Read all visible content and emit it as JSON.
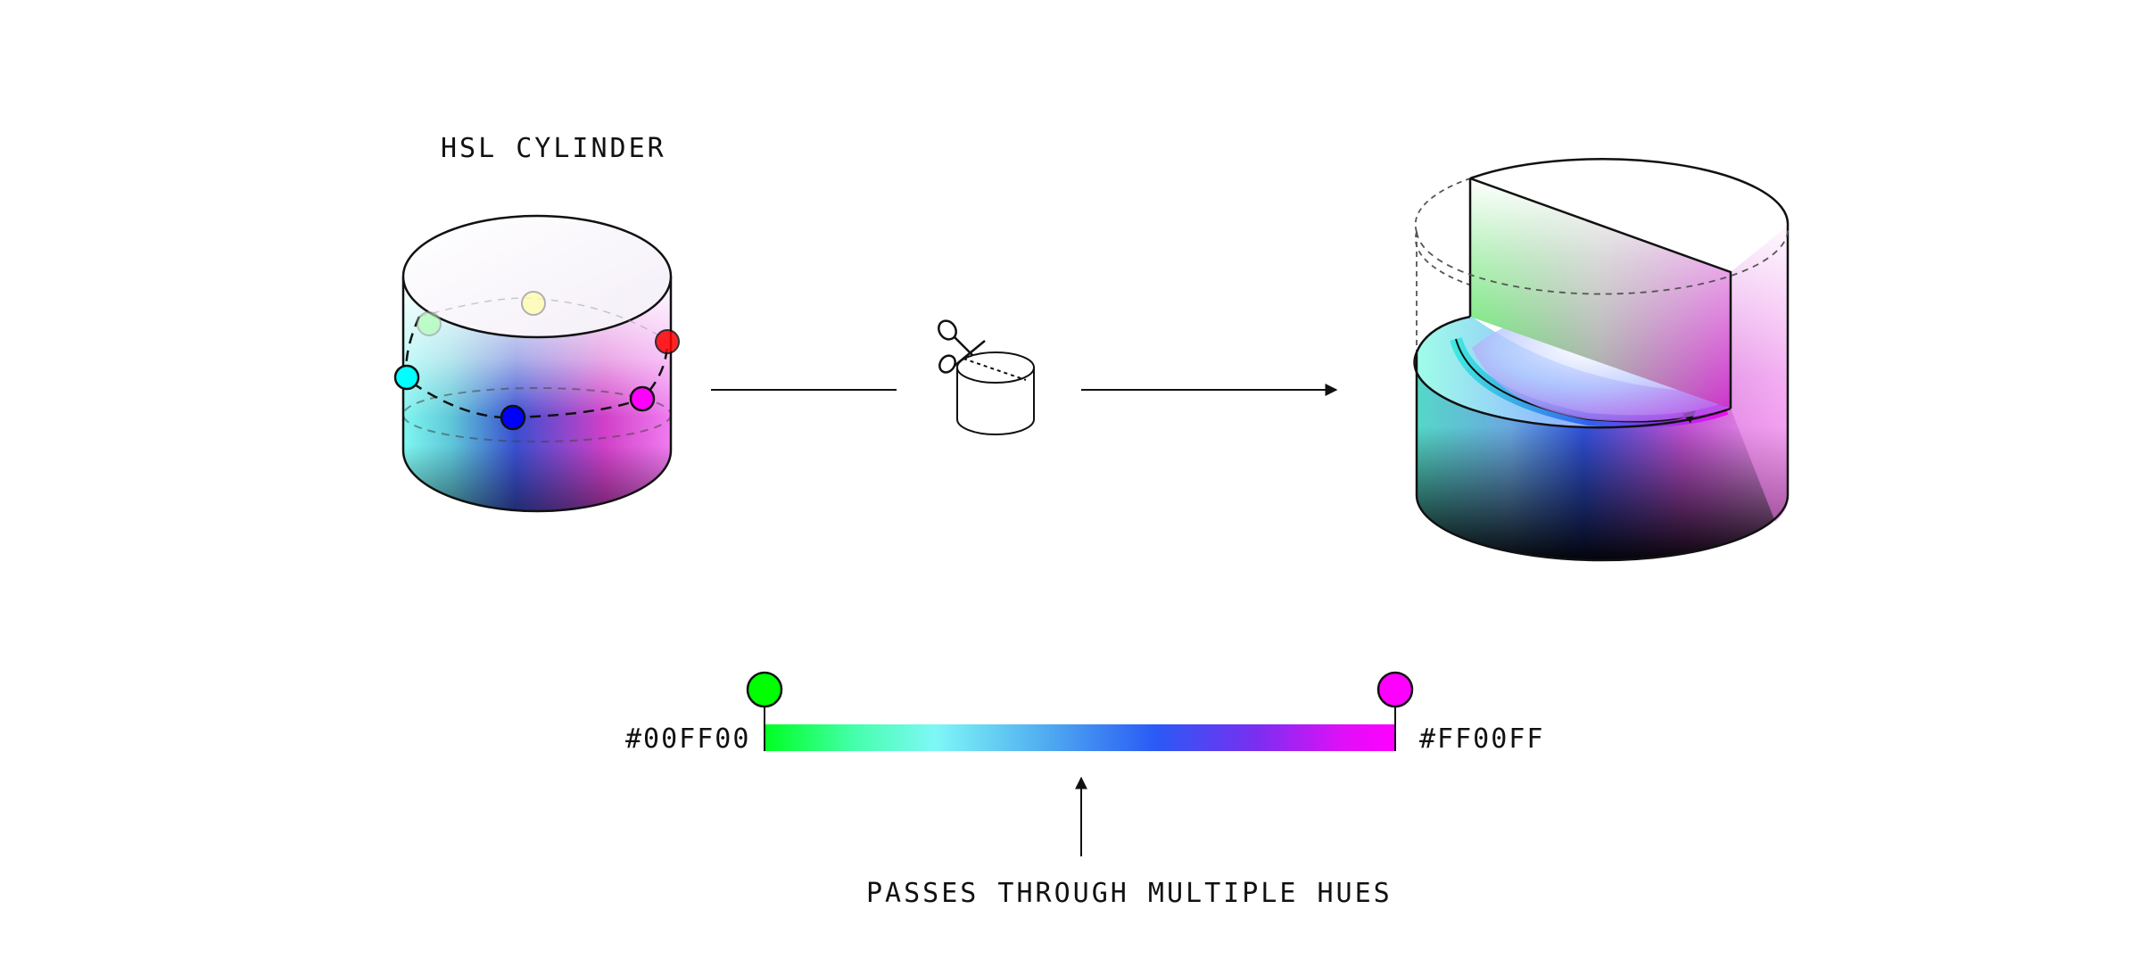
{
  "title": "HSL CYLINDER",
  "gradient": {
    "start_hex": "#00FF00",
    "end_hex": "#FF00FF",
    "stops": [
      "#00ff22",
      "#44ffaa",
      "#7ff7f7",
      "#4faaf0",
      "#2a5af5",
      "#7a2ff0",
      "#e10ff7",
      "#ff00ff"
    ]
  },
  "annotation": "PASSES THROUGH MULTIPLE HUES",
  "markers": {
    "left_cylinder": [
      {
        "name": "cyan-marker",
        "color": "#00ffff"
      },
      {
        "name": "blue-marker",
        "color": "#0000ff"
      },
      {
        "name": "magenta-marker",
        "color": "#ff00ff"
      },
      {
        "name": "red-marker",
        "color": "#ff0000"
      },
      {
        "name": "yellow-marker",
        "color": "#ffffaa"
      },
      {
        "name": "green-marker",
        "color": "#aaffaa"
      }
    ]
  },
  "icon": "cutting-scissors-icon"
}
